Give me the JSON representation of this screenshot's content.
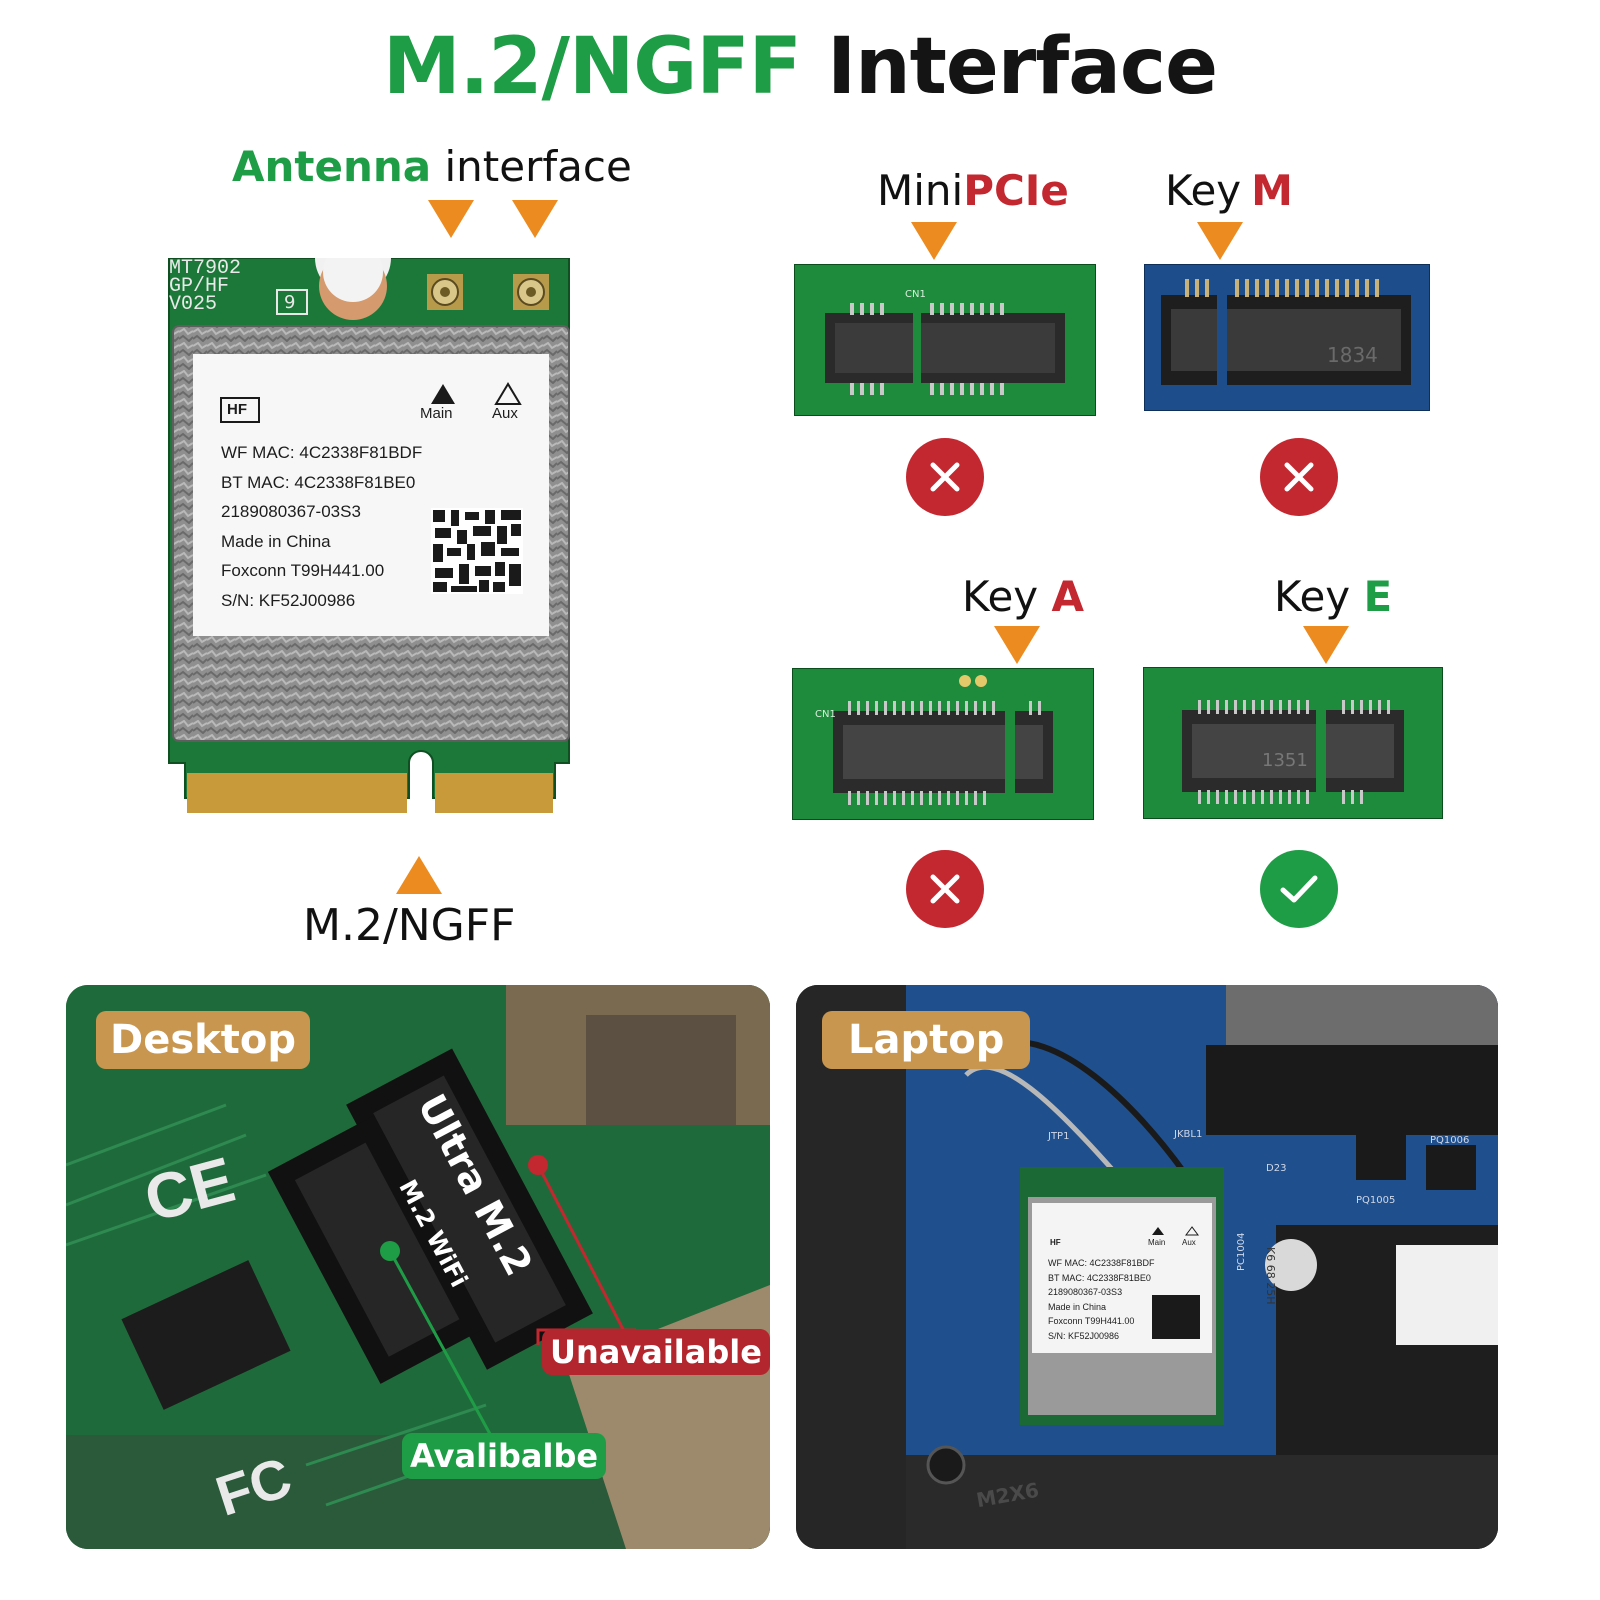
{
  "title": {
    "part1": "M.2/NGFF",
    "part2": "Interface"
  },
  "antenna": {
    "bold": "Antenna",
    "rest": "interface"
  },
  "card": {
    "top_text": [
      "MT7902",
      "GP/HF",
      "V025"
    ],
    "box_num": "9",
    "hf": "HF",
    "main": "Main",
    "aux": "Aux",
    "lines": [
      "WF MAC: 4C2338F81BDF",
      "BT MAC: 4C2338F81BE0",
      "2189080367-03S3",
      "Made in China",
      "Foxconn T99H441.00",
      "S/N: KF52J00986"
    ]
  },
  "m2_label": "M.2/NGFF",
  "slots": [
    {
      "label_plain": "Mini",
      "label_accent": "PCIe",
      "accent_color": "#c3272f",
      "status": "incompatible",
      "marking": "CN1"
    },
    {
      "label_plain": "Key",
      "label_accent": "M",
      "accent_color": "#c3272f",
      "status": "incompatible",
      "marking": "1834"
    },
    {
      "label_plain": "Key",
      "label_accent": "A",
      "accent_color": "#c3272f",
      "status": "incompatible",
      "marking": "CN1"
    },
    {
      "label_plain": "Key",
      "label_accent": "E",
      "accent_color": "#1f9d46",
      "status": "compatible",
      "marking": "1351"
    }
  ],
  "desktop": {
    "tag": "Desktop",
    "unavailable": "Unavailable",
    "available": "Avalibalbe",
    "ultra": "Ultra M.2",
    "wifi": "M.2 WiFi"
  },
  "laptop": {
    "tag": "Laptop",
    "hf": "HF",
    "main": "Main",
    "aux": "Aux",
    "lines": [
      "WF MAC: 4C2338F81BDF",
      "BT MAC: 4C2338F81BE0",
      "2189080367-03S3",
      "Made in China",
      "Foxconn T99H441.00",
      "S/N: KF52J00986"
    ],
    "cap": [
      "K6",
      "68",
      "25H"
    ],
    "screw": "M2X6",
    "pcb_labels": [
      "JTP1",
      "JKBL1",
      "PQ1006",
      "PQ1005",
      "D23",
      "PC1004"
    ]
  },
  "colors": {
    "green": "#1f9d46",
    "red": "#c3272f",
    "orange": "#ec8b1f",
    "tag_gold": "#c9964f"
  }
}
